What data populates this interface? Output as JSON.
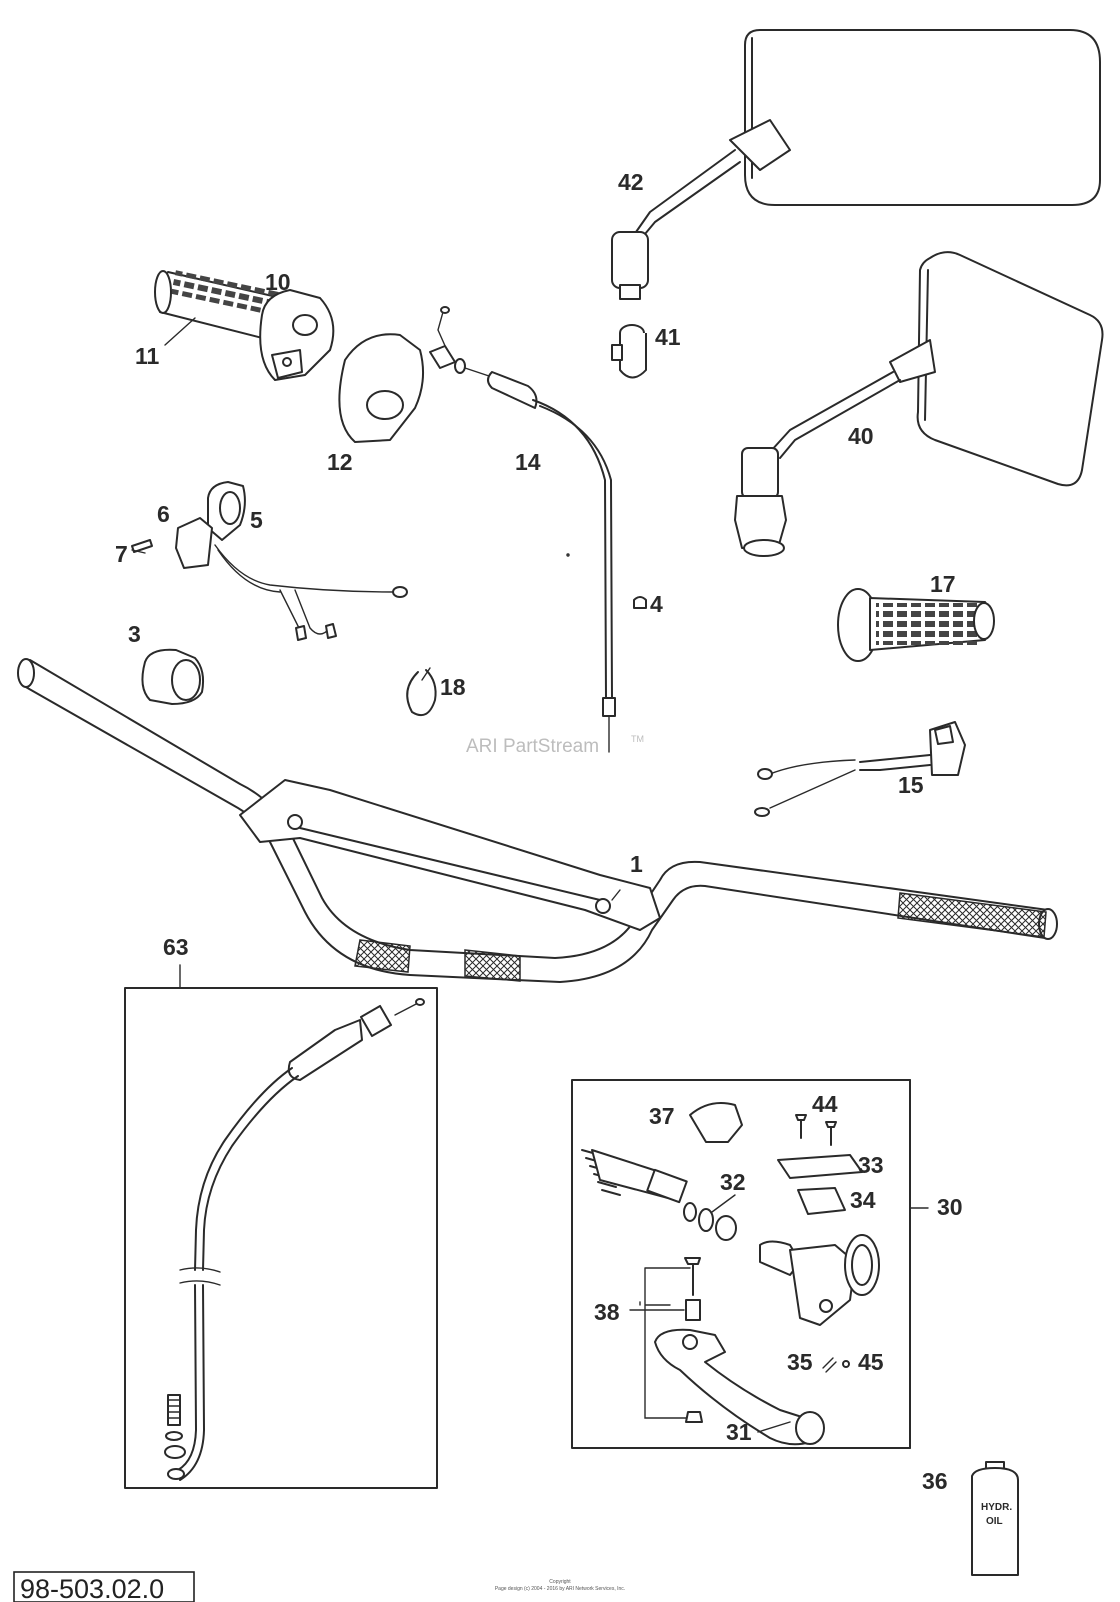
{
  "labels": {
    "p1": "1",
    "p3": "3",
    "p4": "4",
    "p5": "5",
    "p6": "6",
    "p7": "7",
    "p10": "10",
    "p11": "11",
    "p12": "12",
    "p14": "14",
    "p15": "15",
    "p17": "17",
    "p18": "18",
    "p30": "30",
    "p31": "31",
    "p32": "32",
    "p33": "33",
    "p34": "34",
    "p35": "35",
    "p36": "36",
    "p37": "37",
    "p38": "38",
    "p40": "40",
    "p41": "41",
    "p42": "42",
    "p44": "44",
    "p45": "45",
    "p63": "63"
  },
  "watermark": {
    "text": "ARI PartStream",
    "tm": "TM"
  },
  "diagram_code": "98-503.02.0",
  "copyright": {
    "title": "Copyright",
    "line": "Page design (c) 2004 - 2016 by ARI Network Services, Inc."
  },
  "oil_bottle_text": {
    "line1": "HYDR.",
    "line2": "OIL"
  },
  "colors": {
    "ink": "#2a2a2a",
    "watermark": "#bdbdbd",
    "background": "#ffffff"
  }
}
